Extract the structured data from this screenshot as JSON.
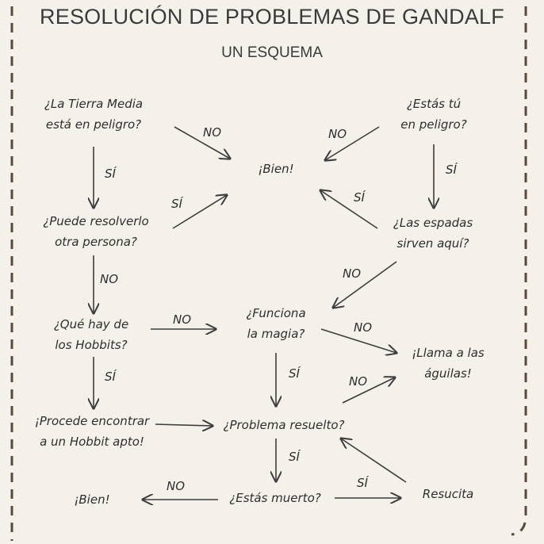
{
  "header": {
    "title": "RESOLUCIÓN DE PROBLEMAS DE GANDALF",
    "subtitle": "UN ESQUEMA"
  },
  "nodes": {
    "tierra_media_1": "¿La Tierra Media",
    "tierra_media_2": "está en peligro?",
    "estas_tu_1": "¿Estás tú",
    "estas_tu_2": "en peligro?",
    "bien_top": "¡Bien!",
    "puede_resolver_1": "¿Puede resolverlo",
    "puede_resolver_2": "otra persona?",
    "espadas_1": "¿Las espadas",
    "espadas_2": "sirven aquí?",
    "hobbits_1": "¿Qué hay de",
    "hobbits_2": "los Hobbits?",
    "magia_1": "¿Funciona",
    "magia_2": "la magia?",
    "aguilas_1": "¡Llama a las",
    "aguilas_2": "águilas!",
    "hobbit_apto_1": "¡Procede encontrar",
    "hobbit_apto_2": "a un Hobbit apto!",
    "resuelto": "¿Problema resuelto?",
    "bien_bottom": "¡Bien!",
    "muerto": "¿Estás muerto?",
    "resucita": "Resucita"
  },
  "edge_labels": {
    "tierra_no": "NO",
    "tierra_si": "SÍ",
    "estas_no": "NO",
    "estas_si": "SÍ",
    "puede_si": "SÍ",
    "puede_no": "NO",
    "espadas_si": "SÍ",
    "espadas_no": "NO",
    "hobbits_no": "NO",
    "hobbits_si": "SÍ",
    "magia_no": "NO",
    "magia_si": "SÍ",
    "resuelto_no": "NO",
    "resuelto_si": "SÍ",
    "muerto_no": "NO",
    "muerto_si": "SÍ"
  },
  "colors": {
    "background": "#f4f1ea",
    "ink": "#2e2e2e",
    "frame": "#5a4a3a"
  }
}
